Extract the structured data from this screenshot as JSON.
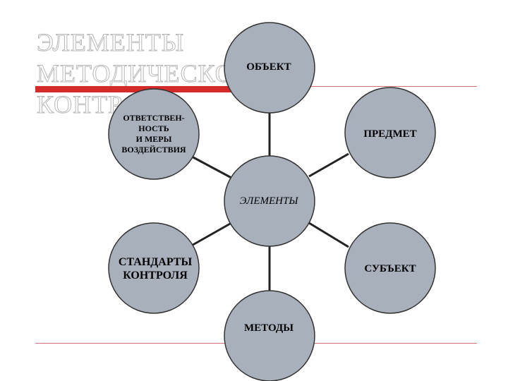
{
  "slide": {
    "title": "ЭЛЕМЕНТЫ МЕТОДИЧЕСКОГО КОНТРОЛЯ",
    "colors": {
      "accent": "#d42a2a",
      "rule": "#d07070",
      "node_fill": "#a8b0bc",
      "node_stroke": "#333333",
      "connector": "#222222"
    }
  },
  "diagram": {
    "center": {
      "label": "ЭЛЕМЕНТЫ"
    },
    "nodes": {
      "object": {
        "label": "ОБЪЕКТ"
      },
      "subject_matter": {
        "label": "ПРЕДМЕТ"
      },
      "responsibility": {
        "label": "ОТВЕТСТВЕН-\nНОСТЬ\nИ МЕРЫ\nВОЗДЕЙСТВИЯ"
      },
      "standards": {
        "label": "СТАНДАРТЫ\nКОНТРОЛЯ"
      },
      "subject": {
        "label": "СУБЪЕКТ"
      },
      "methods": {
        "label": "МЕТОДЫ"
      }
    }
  }
}
